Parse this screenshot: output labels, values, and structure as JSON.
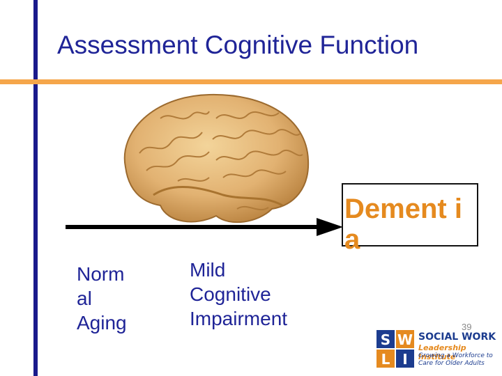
{
  "slide": {
    "title": "Assessment Cognitive Function",
    "number": "39"
  },
  "stages": {
    "normal": "Norm al Aging",
    "mci": "Mild Cognitive Impairment",
    "dementia": "Dement ia"
  },
  "logo": {
    "letters": [
      "S",
      "W",
      "L",
      "I"
    ],
    "title": "SOCIAL WORK",
    "subtitle": "Leadership Institute",
    "tagline": "Growing a Workforce to Care for Older Adults"
  },
  "colors": {
    "title": "#1f2497",
    "accent_bar": "#1a1a8c",
    "divider": "#f5a64a",
    "dementia": "#e58a1f"
  }
}
